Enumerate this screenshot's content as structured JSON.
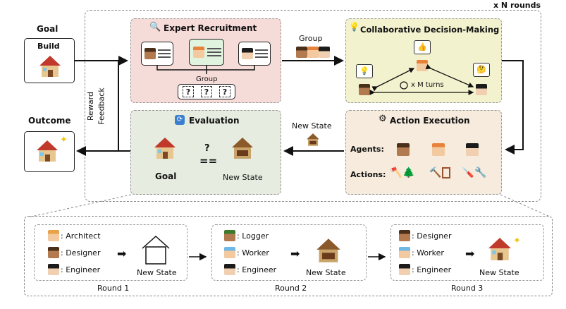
{
  "labels": {
    "rounds": "x N rounds",
    "goal": "Goal",
    "build": "Build",
    "outcome": "Outcome",
    "reward_feedback_1": "Reward",
    "reward_feedback_2": "Feedback",
    "expert_recruitment": "Expert Recruitment",
    "group_inner": "Group",
    "group_arrow": "Group",
    "collab": "Collaborative Decision-Making",
    "m_turns": "x M turns",
    "evaluation": "Evaluation",
    "eval_goal": "Goal",
    "eval_new_state": "New State",
    "question_mark": "?",
    "equals": "==",
    "new_state_arrow": "New State",
    "action_execution": "Action Execution",
    "agents": "Agents:",
    "actions": "Actions:"
  },
  "rounds": [
    {
      "title": "Round 1",
      "roles": [
        ": Architect",
        ": Designer",
        ": Engineer"
      ],
      "state": "New State"
    },
    {
      "title": "Round 2",
      "roles": [
        ": Logger",
        ": Worker",
        ": Engineer"
      ],
      "state": "New State"
    },
    {
      "title": "Round 3",
      "roles": [
        ": Designer",
        ": Worker",
        ": Engineer"
      ],
      "state": "New State"
    }
  ],
  "icons": [
    "magnifier-icon",
    "lightbulb-icon",
    "thumbs-up-icon",
    "thinking-icon",
    "refresh-icon",
    "gear-icon",
    "house-icon",
    "sparkle-icon",
    "axe-icon",
    "tree-icon",
    "hammer-icon",
    "door-icon",
    "screwdriver-icon",
    "wrench-icon"
  ],
  "colors": {
    "expert_bg": "#f6dcd8",
    "collab_bg": "#f3f2cf",
    "eval_bg": "#e6ece0",
    "action_bg": "#f6ebdd"
  }
}
